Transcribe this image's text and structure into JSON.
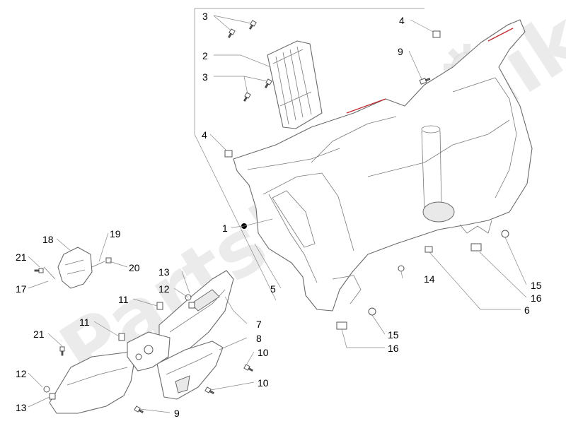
{
  "watermark": {
    "text": "PartsRepublik",
    "logo_icon": "gear-icon"
  },
  "callouts": [
    {
      "id": "c-3a",
      "text": "3"
    },
    {
      "id": "c-2",
      "text": "2"
    },
    {
      "id": "c-3b",
      "text": "3"
    },
    {
      "id": "c-4a",
      "text": "4"
    },
    {
      "id": "c-9a",
      "text": "9"
    },
    {
      "id": "c-4b",
      "text": "4"
    },
    {
      "id": "c-1",
      "text": "1"
    },
    {
      "id": "c-5",
      "text": "5"
    },
    {
      "id": "c-18",
      "text": "18"
    },
    {
      "id": "c-19",
      "text": "19"
    },
    {
      "id": "c-21a",
      "text": "21"
    },
    {
      "id": "c-20",
      "text": "20"
    },
    {
      "id": "c-17",
      "text": "17"
    },
    {
      "id": "c-13a",
      "text": "13"
    },
    {
      "id": "c-12a",
      "text": "12"
    },
    {
      "id": "c-11a",
      "text": "11"
    },
    {
      "id": "c-11b",
      "text": "11"
    },
    {
      "id": "c-14",
      "text": "14"
    },
    {
      "id": "c-15a",
      "text": "15"
    },
    {
      "id": "c-16a",
      "text": "16"
    },
    {
      "id": "c-6",
      "text": "6"
    },
    {
      "id": "c-7",
      "text": "7"
    },
    {
      "id": "c-8",
      "text": "8"
    },
    {
      "id": "c-21b",
      "text": "21"
    },
    {
      "id": "c-15b",
      "text": "15"
    },
    {
      "id": "c-16b",
      "text": "16"
    },
    {
      "id": "c-10a",
      "text": "10"
    },
    {
      "id": "c-12b",
      "text": "12"
    },
    {
      "id": "c-10b",
      "text": "10"
    },
    {
      "id": "c-13b",
      "text": "13"
    },
    {
      "id": "c-9b",
      "text": "9"
    }
  ]
}
